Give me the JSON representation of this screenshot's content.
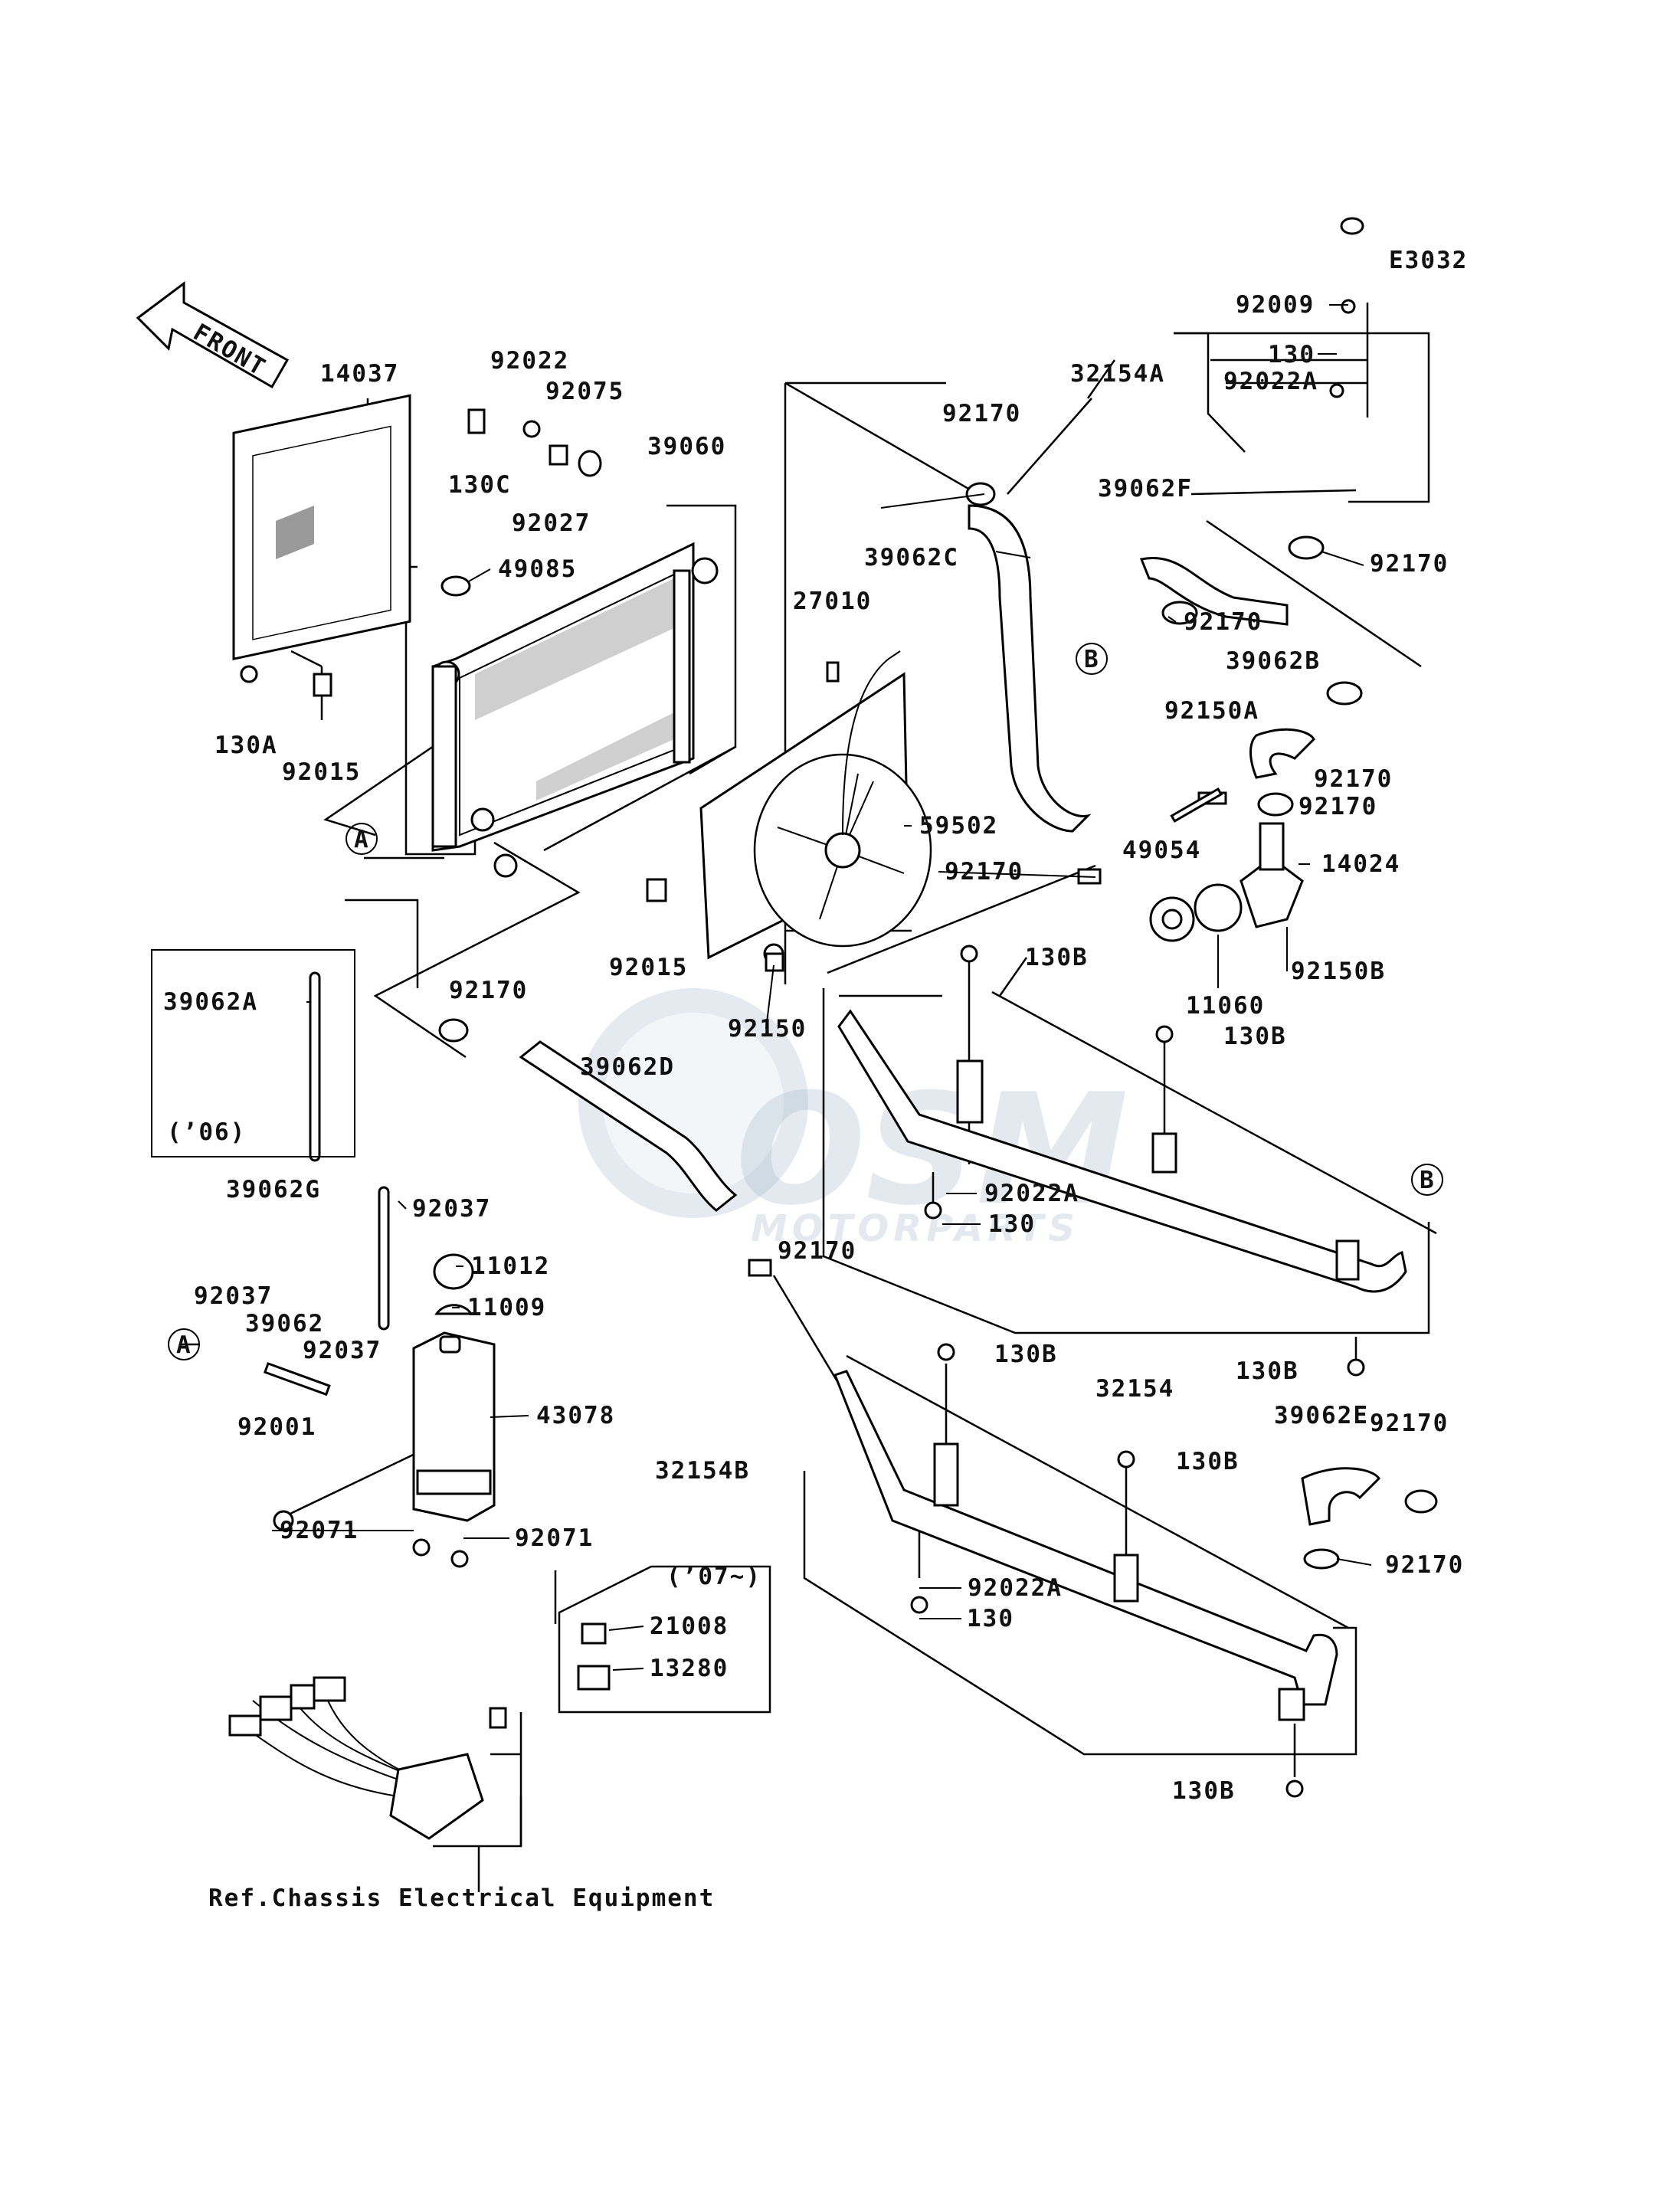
{
  "diagram_code": "E3032",
  "front_label": "FRONT",
  "watermark": {
    "brand": "OSM",
    "tagline": "MOTORPARTS"
  },
  "markers": {
    "a": "A",
    "b": "B"
  },
  "notes": {
    "year_06": "(’06)",
    "year_07": "(’07~)",
    "ref": "Ref.Chassis Electrical Equipment"
  },
  "parts": {
    "p92009": "92009",
    "p130_top": "130",
    "p92022A_top": "92022A",
    "p32154A": "32154A",
    "p92170_top": "92170",
    "p39062F": "39062F",
    "p92170_r1": "92170",
    "p92170_r2": "92170",
    "p39062C": "39062C",
    "p39062B": "39062B",
    "p92150A": "92150A",
    "p92170_r3": "92170",
    "p92170_r4": "92170",
    "p14024": "14024",
    "p49054": "49054",
    "p92150B": "92150B",
    "p11060": "11060",
    "p130B_1": "130B",
    "p130B_2": "130B",
    "p92022A_mid": "92022A",
    "p130_mid": "130",
    "p32154": "32154",
    "p130B_3": "130B",
    "p39062E": "39062E",
    "p92170_r5": "92170",
    "p92170_r6": "92170",
    "p130B_4": "130B",
    "p130B_5": "130B",
    "p32154B": "32154B",
    "p92022A_low": "92022A",
    "p130_low": "130",
    "p130B_6": "130B",
    "p14037": "14037",
    "p92022": "92022",
    "p92075": "92075",
    "p39060": "39060",
    "p130C": "130C",
    "p92027": "92027",
    "p49085": "49085",
    "p27010": "27010",
    "p130A": "130A",
    "p92015_l": "92015",
    "p59502": "59502",
    "p92170_fan": "92170",
    "p92015_m": "92015",
    "p92150": "92150",
    "p92170_l": "92170",
    "p39062D": "39062D",
    "p39062A": "39062A",
    "p39062G": "39062G",
    "p92037_1": "92037",
    "p11012": "11012",
    "p11009": "11009",
    "p92170_m": "92170",
    "p92037_2": "92037",
    "p39062": "39062",
    "p92037_3": "92037",
    "p43078": "43078",
    "p92001": "92001",
    "p92071_1": "92071",
    "p92071_2": "92071",
    "p21008": "21008",
    "p13280": "13280"
  }
}
